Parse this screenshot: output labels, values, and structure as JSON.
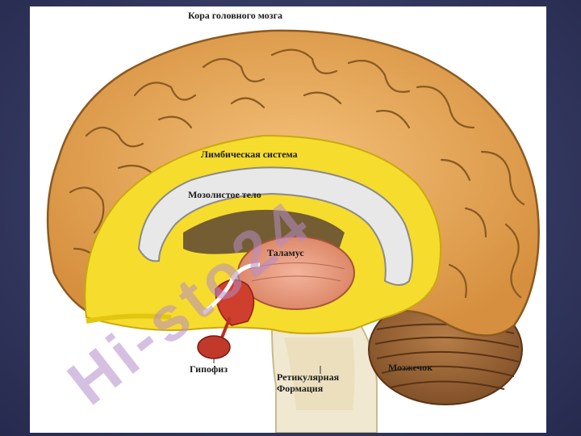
{
  "labels": {
    "cortex": "Кора головного мозга",
    "limbic": "Лимбическая система",
    "corpus_callosum": "Мозолистое тело",
    "thalamus": "Таламус",
    "pituitary": "Гипофиз",
    "reticular_line1": "Ретикулярная",
    "reticular_line2": "Формация",
    "cerebellum": "Мозжечок"
  },
  "watermark": "Hi-sto24",
  "colors": {
    "slide_bg": "#353a63",
    "cortex": "#e7a85a",
    "limbic": "#f6dc2c",
    "corpus_callosum": "#e6e6e6",
    "thalamus": "#e79b83",
    "pituitary": "#c0392b",
    "cerebellum": "#a06a3c",
    "brainstem": "#f0e7cf"
  }
}
